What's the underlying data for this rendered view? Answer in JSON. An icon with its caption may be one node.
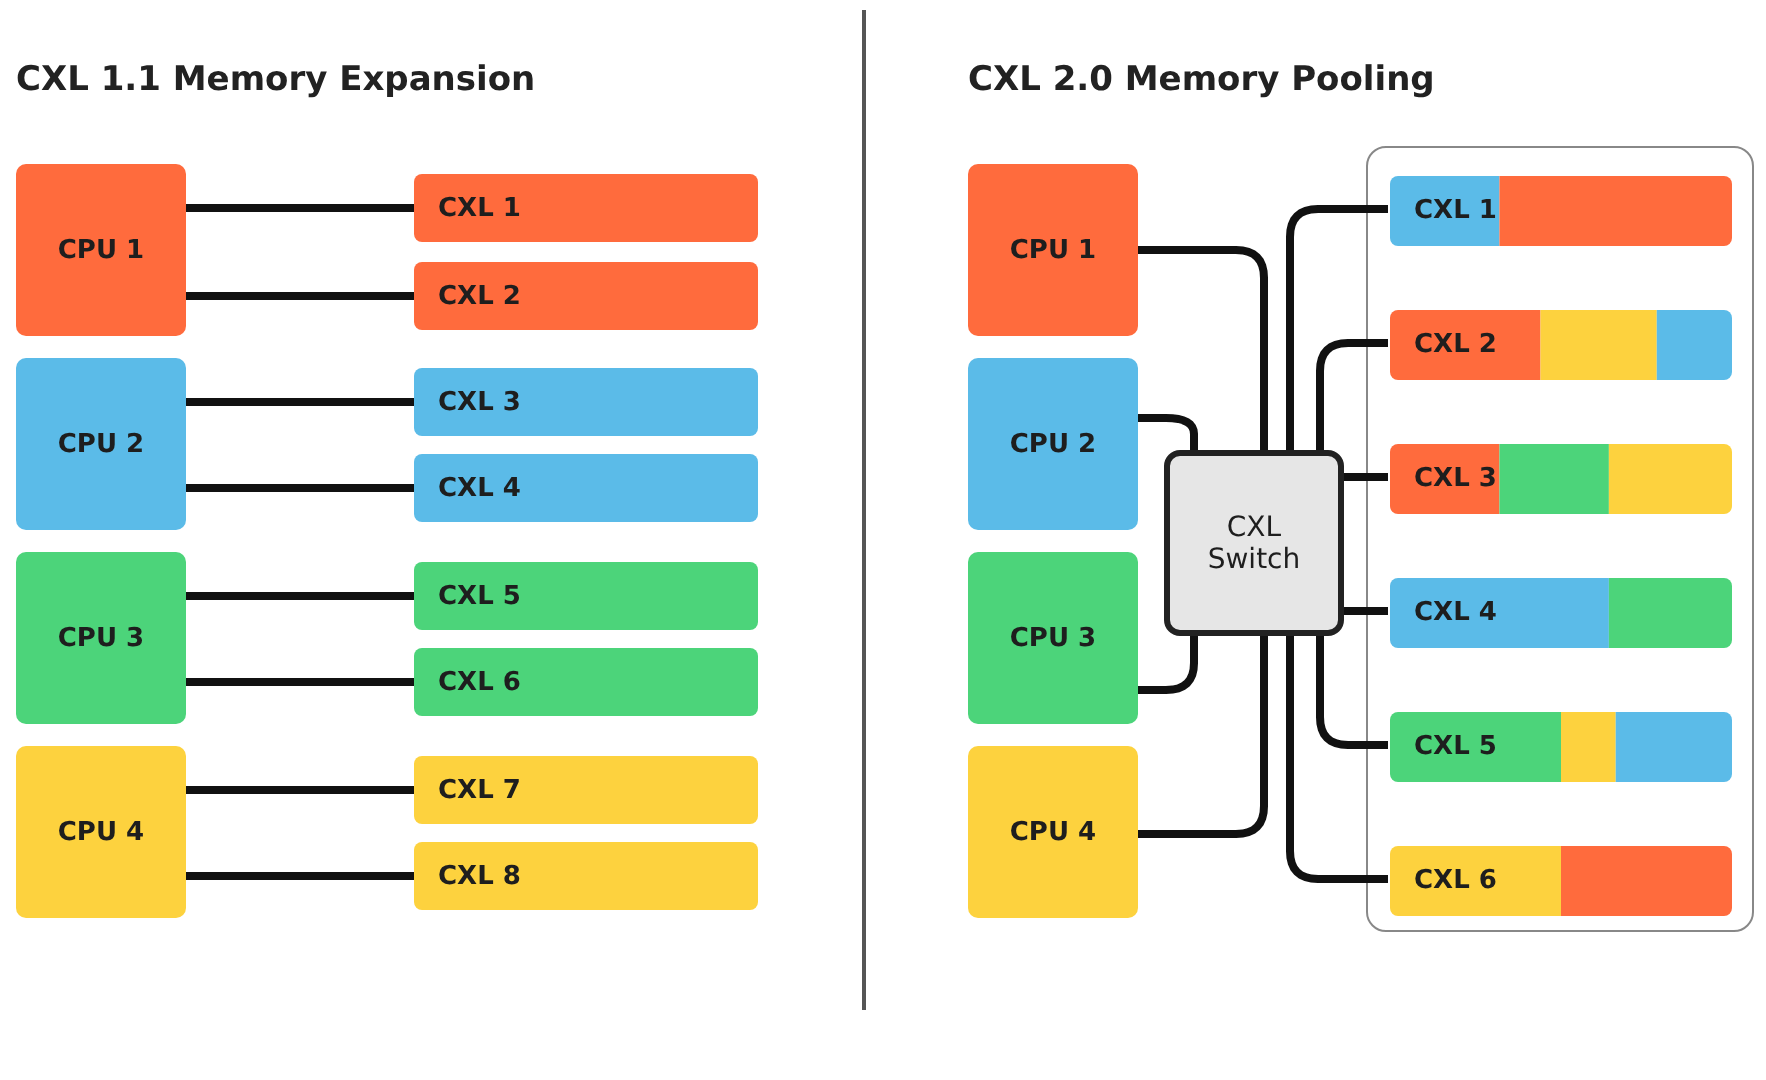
{
  "diagram": {
    "nodes": [
      {
        "text": [
          "CPU 1"
        ]
      },
      {
        "text": [
          "CPU 2"
        ]
      },
      {
        "text": [
          "CPU 3"
        ]
      },
      {
        "text": [
          "CPU 4"
        ]
      },
      {
        "text": [
          "CXL 1"
        ]
      },
      {
        "text": [
          "CXL 2"
        ]
      },
      {
        "text": [
          "CXL 3"
        ]
      },
      {
        "text": [
          "CXL 4"
        ]
      },
      {
        "text": [
          "CXL 5"
        ]
      },
      {
        "text": [
          "CXL 6"
        ]
      },
      {
        "text": [
          "CXL 7"
        ]
      },
      {
        "text": [
          "CXL 8"
        ]
      },
      {
        "text": [
          "CPU 1"
        ]
      },
      {
        "text": [
          "CPU 2"
        ]
      },
      {
        "text": [
          "CPU 3"
        ]
      },
      {
        "text": [
          "CPU 4"
        ]
      },
      {
        "text": [
          "CXL Switch"
        ]
      },
      {
        "text": [],
        "shape": "box"
      },
      {
        "text": [
          "CXL 1"
        ],
        "in": 17
      },
      {
        "text": [
          "CXL 2"
        ],
        "in": 17
      },
      {
        "text": [
          "CXL 3"
        ],
        "in": 17
      },
      {
        "text": [
          "CXL 4"
        ],
        "in": 17
      },
      {
        "text": [
          "CXL 5"
        ],
        "in": 17
      },
      {
        "text": [
          "CXL 6"
        ],
        "in": 17
      }
    ],
    "edges": [
      {
        "from": 0,
        "to": 4,
        "arrow": "none"
      },
      {
        "from": 0,
        "to": 5,
        "arrow": "none"
      },
      {
        "from": 1,
        "to": 6,
        "arrow": "none"
      },
      {
        "from": 1,
        "to": 7,
        "arrow": "none"
      },
      {
        "from": 2,
        "to": 8,
        "arrow": "none"
      },
      {
        "from": 2,
        "to": 9,
        "arrow": "none"
      },
      {
        "from": 3,
        "to": 10,
        "arrow": "none"
      },
      {
        "from": 3,
        "to": 11,
        "arrow": "none"
      },
      {
        "from": 12,
        "to": 16,
        "arrow": "none"
      },
      {
        "from": 13,
        "to": 16,
        "arrow": "none"
      },
      {
        "from": 14,
        "to": 16,
        "arrow": "none"
      },
      {
        "from": 15,
        "to": 16,
        "arrow": "none"
      },
      {
        "from": 16,
        "to": 18,
        "arrow": "none"
      },
      {
        "from": 16,
        "to": 19,
        "arrow": "none"
      },
      {
        "from": 16,
        "to": 20,
        "arrow": "none"
      },
      {
        "from": 16,
        "to": 21,
        "arrow": "none"
      },
      {
        "from": 16,
        "to": 22,
        "arrow": "none"
      },
      {
        "from": 16,
        "to": 23,
        "arrow": "none"
      }
    ],
    "labels": [
      "CXL 1.1 Memory Expansion",
      "CXL 2.0 Memory Pooling"
    ]
  }
}
